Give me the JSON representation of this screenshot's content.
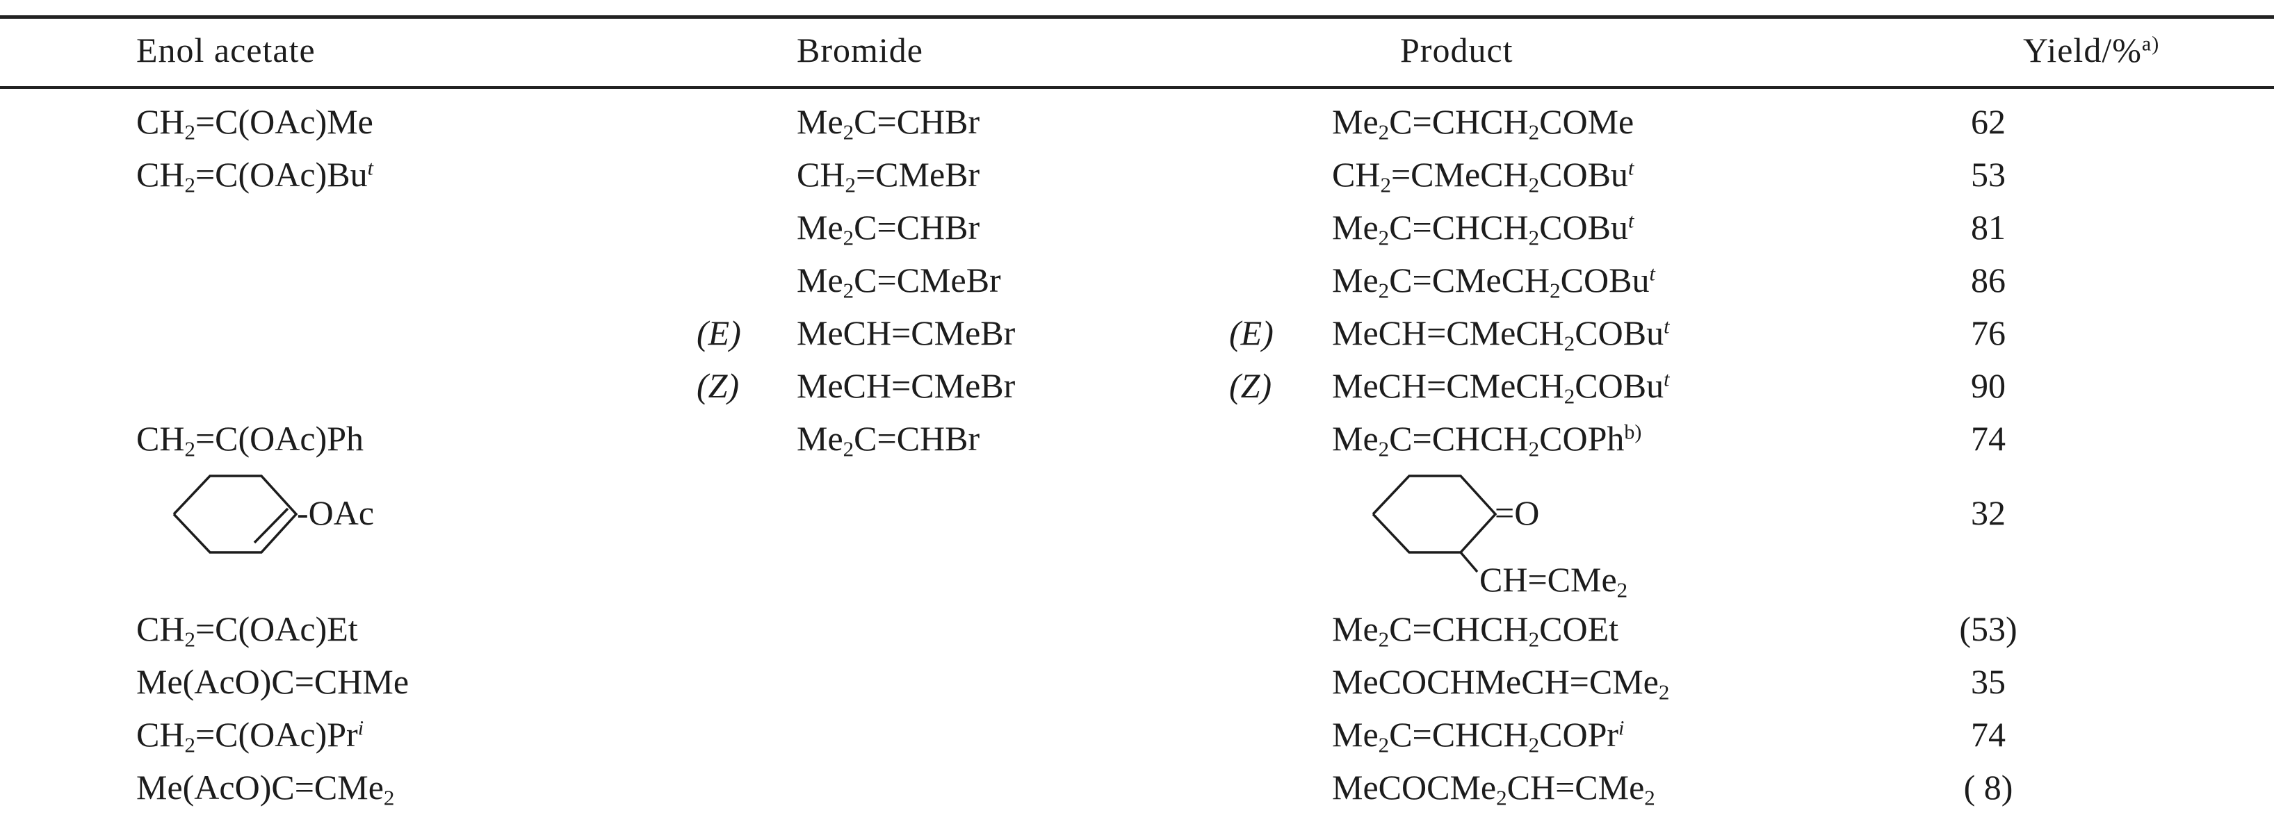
{
  "table": {
    "headers": {
      "enol": "Enol acetate",
      "bromide": "Bromide",
      "product": "Product",
      "yield": "Yield/%",
      "yield_note": "a)"
    },
    "rows": [
      {
        "enol": [
          "CH",
          {
            "sub": "2"
          },
          "=C(OAc)Me"
        ],
        "bromide": [
          "Me",
          {
            "sub": "2"
          },
          "C=CHBr"
        ],
        "product": [
          "Me",
          {
            "sub": "2"
          },
          "C=CHCH",
          {
            "sub": "2"
          },
          "COMe"
        ],
        "yield": "62"
      },
      {
        "enol": [
          "CH",
          {
            "sub": "2"
          },
          "=C(OAc)Bu",
          {
            "sup": "t"
          }
        ],
        "bromide": [
          "CH",
          {
            "sub": "2"
          },
          "=CMeBr"
        ],
        "product": [
          "CH",
          {
            "sub": "2"
          },
          "=CMeCH",
          {
            "sub": "2"
          },
          "COBu",
          {
            "sup": "t"
          }
        ],
        "yield": "53"
      },
      {
        "bromide": [
          "Me",
          {
            "sub": "2"
          },
          "C=CHBr"
        ],
        "product": [
          "Me",
          {
            "sub": "2"
          },
          "C=CHCH",
          {
            "sub": "2"
          },
          "COBu",
          {
            "sup": "t"
          }
        ],
        "yield": "81"
      },
      {
        "bromide": [
          "Me",
          {
            "sub": "2"
          },
          "C=CMeBr"
        ],
        "product": [
          "Me",
          {
            "sub": "2"
          },
          "C=CMeCH",
          {
            "sub": "2"
          },
          "COBu",
          {
            "sup": "t"
          }
        ],
        "yield": "86"
      },
      {
        "bromide_isomer": "(E)",
        "bromide": [
          "MeCH=CMeBr"
        ],
        "product_isomer": "(E)",
        "product": [
          "MeCH=CMeCH",
          {
            "sub": "2"
          },
          "COBu",
          {
            "sup": "t"
          }
        ],
        "yield": "76"
      },
      {
        "bromide_isomer": "(Z)",
        "bromide": [
          "MeCH=CMeBr"
        ],
        "product_isomer": "(Z)",
        "product": [
          "MeCH=CMeCH",
          {
            "sub": "2"
          },
          "COBu",
          {
            "sup": "t"
          }
        ],
        "yield": "90"
      },
      {
        "enol": [
          "CH",
          {
            "sub": "2"
          },
          "=C(OAc)Ph"
        ],
        "bromide": [
          "Me",
          {
            "sub": "2"
          },
          "C=CHBr"
        ],
        "product": [
          "Me",
          {
            "sub": "2"
          },
          "C=CHCH",
          {
            "sub": "2"
          },
          "COPh",
          {
            "sup": "b)"
          }
        ],
        "yield": "74"
      },
      {
        "enol_ring_label": "-OAc",
        "product_ring_label": "=O",
        "product_ring_substituent": [
          "CH=CMe",
          {
            "sub": "2"
          }
        ],
        "yield": "32"
      },
      {
        "enol": [
          "CH",
          {
            "sub": "2"
          },
          "=C(OAc)Et"
        ],
        "product": [
          "Me",
          {
            "sub": "2"
          },
          "C=CHCH",
          {
            "sub": "2"
          },
          "COEt"
        ],
        "yield": "(53)"
      },
      {
        "enol": [
          "Me(AcO)C=CHMe"
        ],
        "product": [
          "MeCOCHMeCH=CMe",
          {
            "sub": "2"
          }
        ],
        "yield": "35"
      },
      {
        "enol": [
          "CH",
          {
            "sub": "2"
          },
          "=C(OAc)Pr",
          {
            "sup": "i"
          }
        ],
        "product": [
          "Me",
          {
            "sub": "2"
          },
          "C=CHCH",
          {
            "sub": "2"
          },
          "COPr",
          {
            "sup": "i"
          }
        ],
        "yield": "74"
      },
      {
        "enol": [
          "Me(AcO)C=CMe",
          {
            "sub": "2"
          }
        ],
        "product": [
          "MeCOCMe",
          {
            "sub": "2"
          },
          "CH=CMe",
          {
            "sub": "2"
          }
        ],
        "yield": "( 8)"
      }
    ]
  }
}
